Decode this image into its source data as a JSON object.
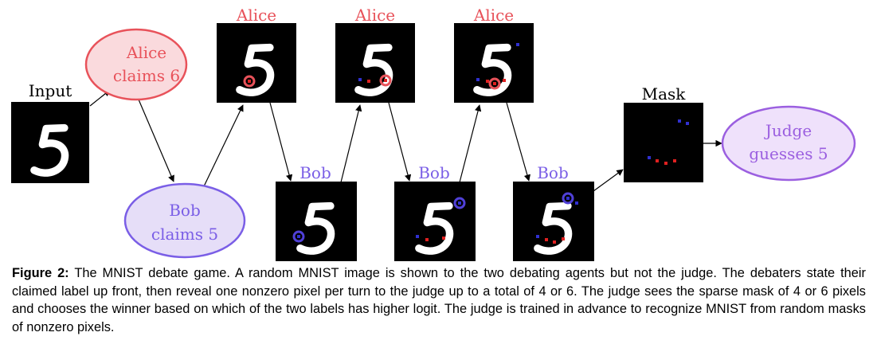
{
  "colors": {
    "alice": "#e8525a",
    "alice_fill": "#fadadd",
    "bob": "#7a5ee6",
    "bob_fill": "#e6def8",
    "judge": "#9b5fe0",
    "judge_fill": "#efe1fb",
    "pixel_red": "#e02020",
    "pixel_blue": "#3030d0"
  },
  "labels": {
    "input": "Input",
    "mask": "Mask",
    "alice": "Alice",
    "bob": "Bob"
  },
  "nodes": {
    "alice_claim": [
      "Alice",
      "claims 6"
    ],
    "bob_claim": [
      "Bob",
      "claims 5"
    ],
    "judge": [
      "Judge",
      "guesses 5"
    ]
  },
  "caption": {
    "label": "Figure 2:",
    "text": " The MNIST debate game. A random MNIST image is shown to the two debating agents but not the judge. The debaters state their claimed label up front, then reveal one nonzero pixel per turn to the judge up to a total of 4 or 6. The judge sees the sparse mask of 4 or 6 pixels and chooses the winner based on which of the two labels has higher logit. The judge is trained in advance to recognize MNIST from random masks of nonzero pixels."
  }
}
